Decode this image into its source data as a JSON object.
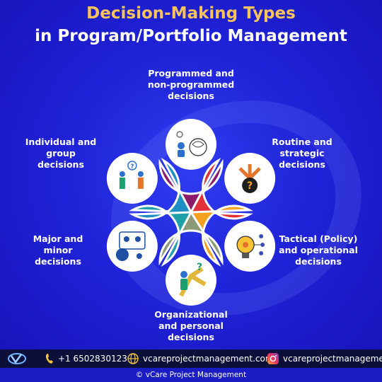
{
  "title": {
    "line1": "Decision-Making Types",
    "line2": "in Program/Portfolio Management"
  },
  "petals": [
    {
      "label": "Programmed and non-programmed decisions",
      "lines": [
        "Programmed and",
        "non-programmed",
        "decisions"
      ],
      "color": "#8e1b6a",
      "icon": "brain-decision-icon"
    },
    {
      "label": "Routine and strategic decisions",
      "lines": [
        "Routine and",
        "strategic",
        "decisions"
      ],
      "color": "#e2313a",
      "icon": "question-arrows-icon"
    },
    {
      "label": "Tactical (Policy) and operational decisions",
      "lines": [
        "Tactical (Policy)",
        "and operational",
        "decisions"
      ],
      "color": "#f4a11f",
      "icon": "lightbulb-gears-icon"
    },
    {
      "label": "Organizational and personal decisions",
      "lines": [
        "Organizational",
        "and personal",
        "decisions"
      ],
      "color": "#8d9a78",
      "icon": "path-choice-icon"
    },
    {
      "label": "Major and minor decisions",
      "lines": [
        "Major and",
        "minor",
        "decisions"
      ],
      "color": "#1f9fa6",
      "icon": "team-meeting-icon"
    },
    {
      "label": "Individual and group decisions",
      "lines": [
        "Individual and",
        "group",
        "decisions"
      ],
      "color": "#1e8fc4",
      "icon": "people-choice-icon"
    }
  ],
  "footer": {
    "phone": "+1 6502830123",
    "website": "vcareprojectmanagement.com",
    "instagram": "vcareprojectmanagement",
    "copyright": "vCare Project Management",
    "colors": {
      "bar": "#0c0f3a",
      "phone": "#f4c542",
      "globe": "#f4c542"
    }
  }
}
